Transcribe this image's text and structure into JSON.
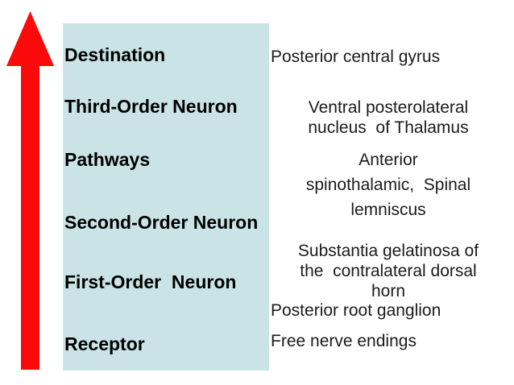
{
  "colors": {
    "arrow_red": "#fa0a0a",
    "panel_blue": "#c9e3e6",
    "label_text": "#000000",
    "value_text": "#1b1b1b"
  },
  "arrow": {
    "direction": "up"
  },
  "pathway_table": {
    "rows": [
      {
        "label": "Destination",
        "value": "Posterior central gyrus"
      },
      {
        "label": "Third-Order Neuron",
        "value": "Ventral posterolateral\nnucleus  of Thalamus"
      },
      {
        "label": "Pathways",
        "value": "Anterior\nspinothalamic,  Spinal\nlemniscus"
      },
      {
        "label": "Second-Order Neuron",
        "value": "Substantia gelatinosa of\nthe  contralateral dorsal\nhorn"
      },
      {
        "label": "First-Order  Neuron",
        "value": "Posterior root ganglion"
      },
      {
        "label": "Receptor",
        "value": "Free nerve endings"
      }
    ]
  }
}
